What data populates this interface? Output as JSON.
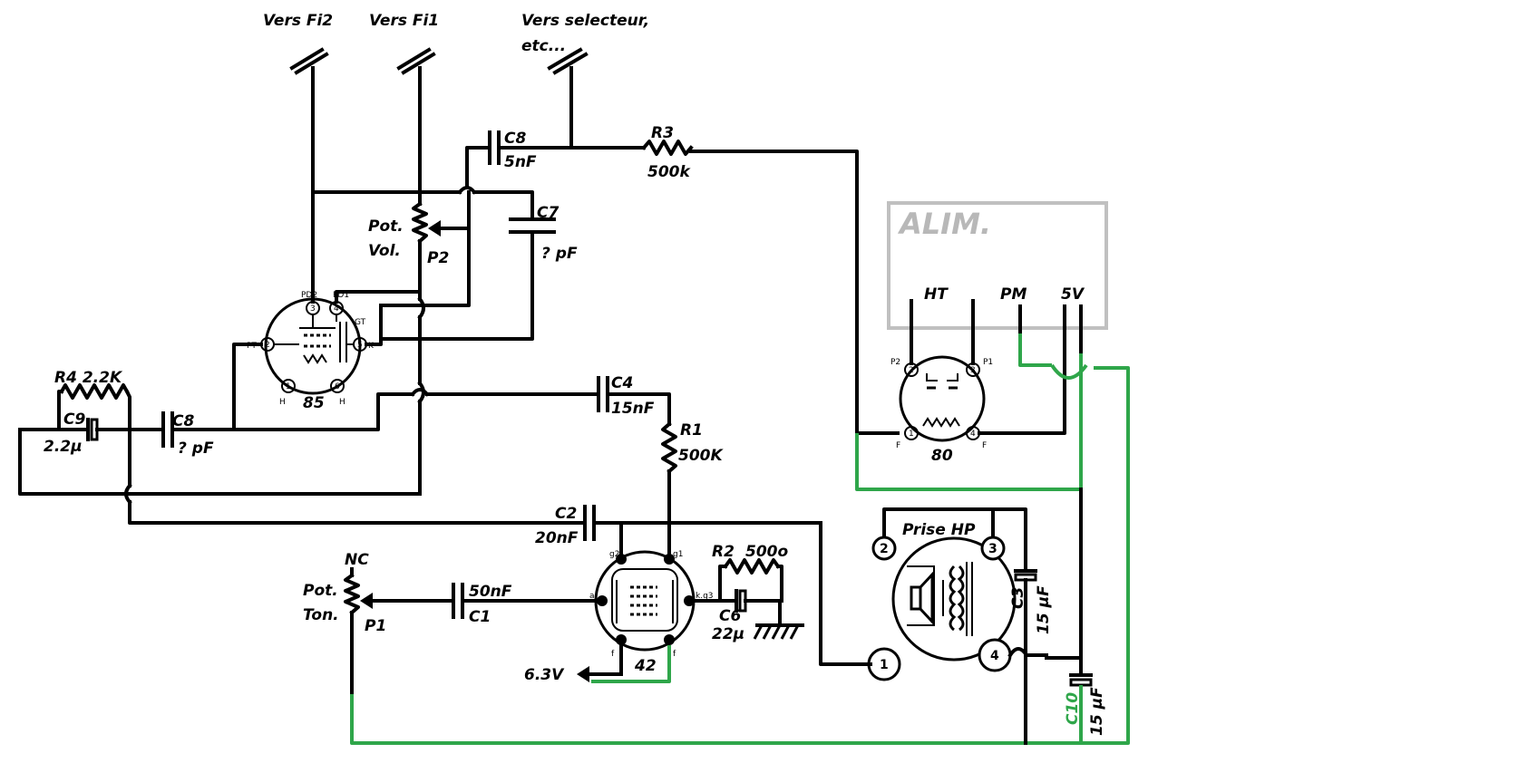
{
  "labels": {
    "vers_fi2": "Vers Fi2",
    "vers_fi1": "Vers Fi1",
    "vers_selecteur": "Vers selecteur,",
    "etc": "etc...",
    "c8_top": "C8",
    "c8_top_val": "5nF",
    "r3": "R3",
    "r3_val": "500k",
    "c7": "C7",
    "c7_val": "? pF",
    "pot_vol_1": "Pot.",
    "pot_vol_2": "Vol.",
    "p2": "P2",
    "tube85": "85",
    "r4": "R4 2.2K",
    "c9": "C9",
    "c9_val": "2.2µ",
    "c8_mid": "C8",
    "c8_mid_val": "? pF",
    "c4": "C4",
    "c4_val": "15nF",
    "r1": "R1",
    "r1_val": "500K",
    "c2": "C2",
    "c2_val": "20nF",
    "nc": "NC",
    "pot_ton_1": "Pot.",
    "pot_ton_2": "Ton.",
    "p1": "P1",
    "c1_val": "50nF",
    "c1": "C1",
    "r2": "R2",
    "r2_val": "500o",
    "c6": "C6",
    "c6_val": "22µ",
    "v63": "6.3V",
    "tube42": "42",
    "alim": "ALIM.",
    "ht": "HT",
    "pm": "PM",
    "v5": "5V",
    "tube80": "80",
    "prise_hp": "Prise HP",
    "c3": "C3",
    "c3_val": "15 µF",
    "c10": "C10",
    "c10_val": "15 µF"
  },
  "pins": {
    "p85": {
      "pd2": "PD2",
      "pd1": "PD1",
      "gt": "GT",
      "pt": "PT",
      "k": "K",
      "h1": "H",
      "h2": "H",
      "n3": "3",
      "n4": "4",
      "n2": "2",
      "n5": "5",
      "n1": "1",
      "n6": "6"
    },
    "p42": {
      "g2": "g2",
      "g1": "g1",
      "a": "a",
      "kg3": "k.g3",
      "f1": "f",
      "f2": "f"
    },
    "p80": {
      "p2": "P2",
      "p1": "P1",
      "f1": "F",
      "f2": "F",
      "n2": "2",
      "n3": "3",
      "n1": "1",
      "n4": "4"
    },
    "php": {
      "n1": "1",
      "n2": "2",
      "n3": "3",
      "n4": "4"
    }
  },
  "colors": {
    "wire": "#000000",
    "wire_green": "#2fa64a",
    "alim_box": "#c0c0c0",
    "background": "#ffffff"
  }
}
